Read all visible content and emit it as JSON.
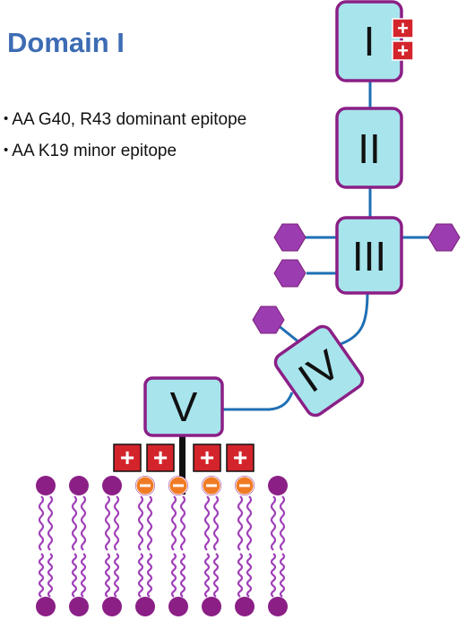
{
  "title": "Domain I",
  "bullets": [
    "AA G40, R43 dominant epitope",
    "AA K19 minor epitope"
  ],
  "domains": {
    "d1": "I",
    "d2": "II",
    "d3": "III",
    "d4": "IV",
    "d5": "V"
  },
  "charges": {
    "positive": "+",
    "negative": "−"
  },
  "colors": {
    "domain_fill": "#a8e4ec",
    "domain_border": "#8b1f86",
    "linker": "#1f6fb4",
    "hexagon_fill": "#9b3db0",
    "title": "#3d6cb4",
    "positive_charge": "#d3242b",
    "negative_charge": "#f07b24",
    "lipid_head": "#8b1f86",
    "lipid_tail": "#a040b8"
  }
}
